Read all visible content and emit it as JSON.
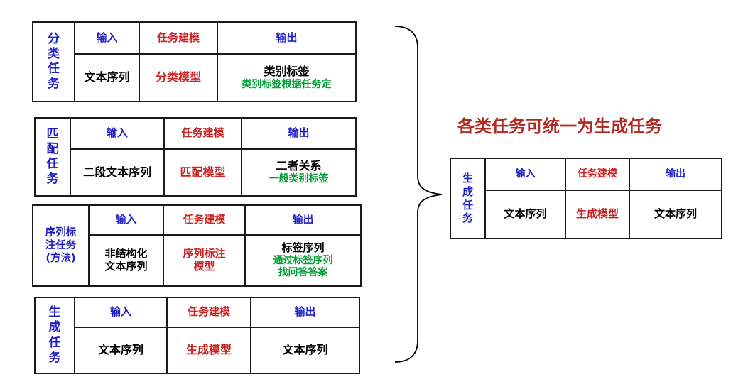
{
  "title": {
    "text": "各类任务可统一为生成任务"
  },
  "column_headers": {
    "input": "输入",
    "modeling": "任务建模",
    "output": "输出"
  },
  "colors": {
    "blue": "#1f1fc4",
    "red": "#cc2222",
    "green": "#00a033",
    "black": "#000000",
    "title_red": "#b22822",
    "border": "#1a1a1a"
  },
  "tables": [
    {
      "task_label": "分\n类\n任\n务",
      "input": "文本序列",
      "modeling": "分类模型",
      "output": "类别标签",
      "output_note": "类别标签根据任务定"
    },
    {
      "task_label": "匹\n配\n任\n务",
      "input": "二段文本序列",
      "modeling": "匹配模型",
      "output": "二者关系",
      "output_note": "一般类别标签"
    },
    {
      "task_label": "序列标\n注任务\n(方法)",
      "input": "非结构化\n文本序列",
      "modeling": "序列标注\n模型",
      "output": "标签序列",
      "output_note": "通过标签序列\n找问答答案"
    },
    {
      "task_label": "生\n成\n任\n务",
      "input": "文本序列",
      "modeling": "生成模型",
      "output": "文本序列",
      "output_note": ""
    }
  ],
  "unified_table": {
    "task_label": "生\n成\n任\n务",
    "input": "文本序列",
    "modeling": "生成模型",
    "output": "文本序列"
  }
}
